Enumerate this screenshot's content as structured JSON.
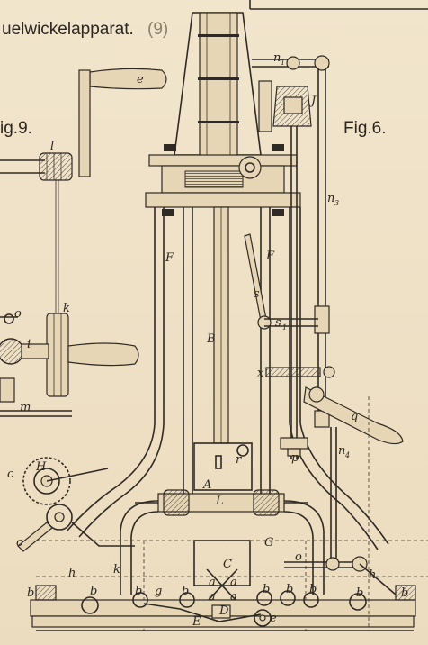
{
  "header": {
    "title_text": "uelwickelapparat.",
    "title_fig_number": "(9)"
  },
  "figures": {
    "fig9_label": "ig.9.",
    "fig6_label": "Fig.6."
  },
  "labels": {
    "e": "e",
    "l": "l",
    "k": "k",
    "o_left": "o",
    "i": "i",
    "m": "m",
    "c_left": "c",
    "H": "H",
    "c_lower": "c",
    "h_left": "h",
    "k_lower": "k",
    "b1": "b",
    "b2": "b",
    "b3": "b",
    "g": "g",
    "b4": "b",
    "F_left": "F",
    "F_right": "F",
    "B": "B",
    "A": "A",
    "L": "L",
    "C": "C",
    "a1": "a",
    "a2": "a",
    "a3": "a",
    "a4": "a",
    "D": "D",
    "E": "E",
    "e_bottom": "e",
    "r": "r",
    "s": "s",
    "s1": "s",
    "s1_sub": "1",
    "x": "x",
    "n1": "n",
    "n1_sub": "1",
    "J": "J",
    "n3": "n",
    "n3_sub": "3",
    "q": "q",
    "n4": "n",
    "n4_sub": "4",
    "p": "p",
    "G": "G",
    "o_right": "o",
    "h_right": "h",
    "b5": "b",
    "b6": "b",
    "b7": "b",
    "b8": "b",
    "b9": "b"
  }
}
